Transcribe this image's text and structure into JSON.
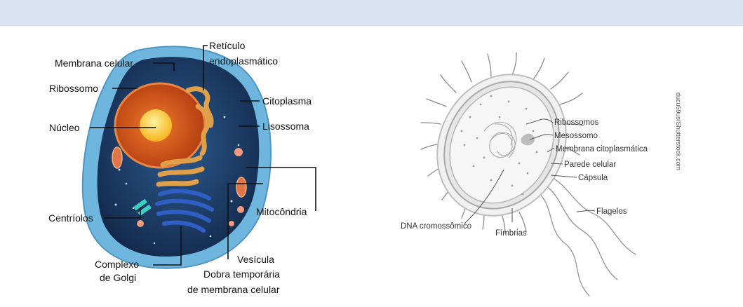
{
  "colors": {
    "header_band": "#d9e3f2",
    "cell_membrane": "#6fb6de",
    "cytoplasm": "#1f3e69",
    "nucleus": "#d2561d",
    "nucleolus": "#ffd23a",
    "golgi": "#2f5fc4",
    "reticulum": "#e0a04a",
    "mitochondria": "#e2744a"
  },
  "animal_cell": {
    "labels": {
      "cell_membrane": "Membrana celular",
      "er_line1": "Retículo",
      "er_line2": "endoplasmático",
      "ribosome": "Ribossomo",
      "cytoplasm": "Citoplasma",
      "nucleus": "Núcleo",
      "lysosome": "Lisossoma",
      "centrioles": "Centríolos",
      "mitochondria": "Mitocôndria",
      "golgi_line1": "Complexo",
      "golgi_line2": "de Golgi",
      "vesicle": "Vesícula",
      "fold_line1": "Dobra temporária",
      "fold_line2": "de membrana celular"
    }
  },
  "bacterial_cell": {
    "labels": {
      "ribosomes": "Ribossomos",
      "mesosome": "Mesossomo",
      "cytoplasmic_membrane": "Membrana citoplasmática",
      "cell_wall": "Parede celular",
      "capsule": "Cápsula",
      "flagella": "Flagelos",
      "dna": "DNA cromossômico",
      "fimbriae": "Fímbrias"
    },
    "credit": "ducu59us/Shutterstock.com"
  }
}
